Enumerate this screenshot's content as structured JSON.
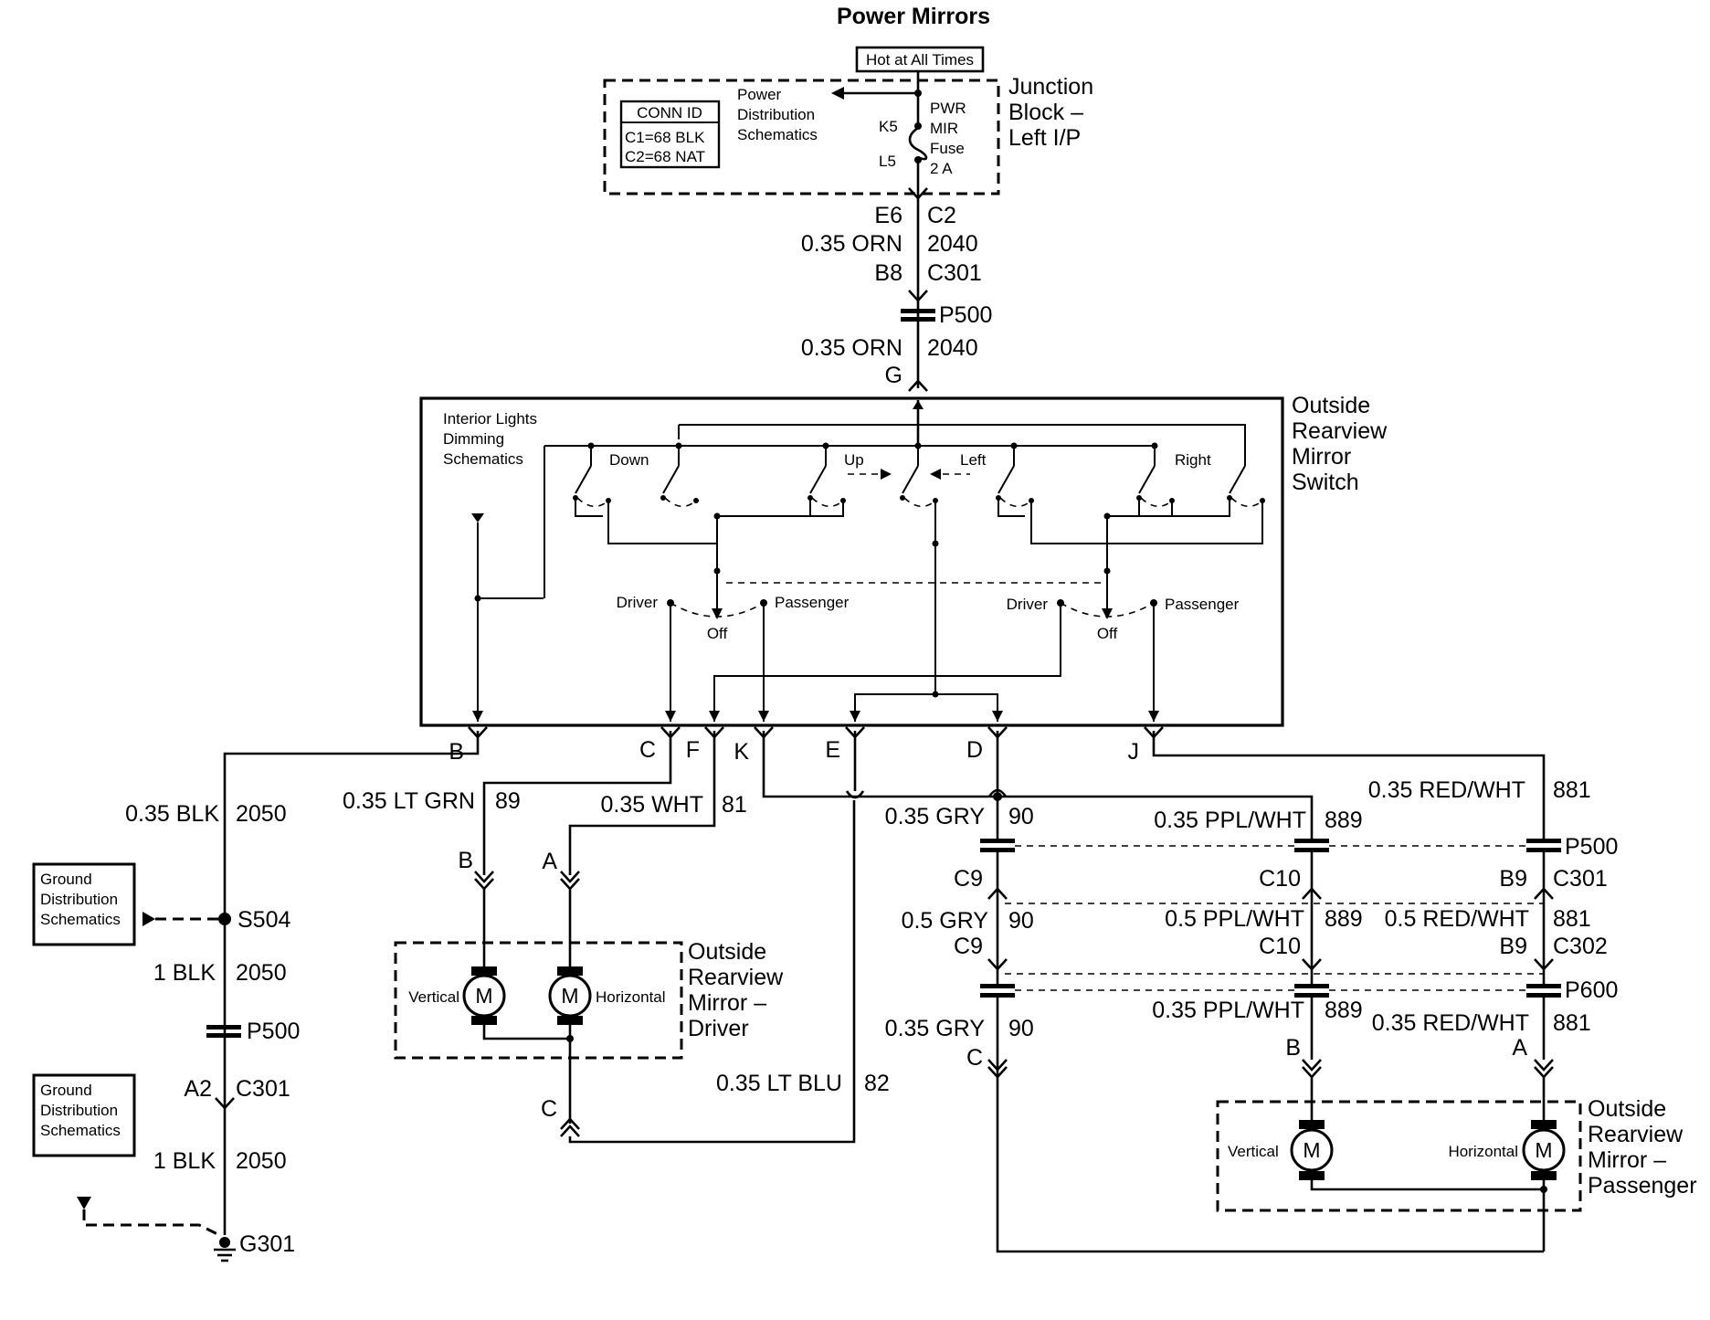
{
  "title": "Power Mirrors",
  "hot_label": "Hot at All Times",
  "junction_block": {
    "name_lines": [
      "Junction",
      "Block –",
      "Left I/P"
    ],
    "conn_id_title": "CONN ID",
    "conn_c1": "C1=68 BLK",
    "conn_c2": "C2=68 NAT",
    "pds_lines": [
      "Power",
      "Distribution",
      "Schematics"
    ],
    "fuse_lines": [
      "PWR",
      "MIR",
      "Fuse",
      "2 A"
    ],
    "k5": "K5",
    "l5": "L5"
  },
  "feed": {
    "e6": "E6",
    "c2": "C2",
    "wire1": "0.35 ORN",
    "circ1": "2040",
    "b8": "B8",
    "c301": "C301",
    "p500": "P500",
    "wire2": "0.35 ORN",
    "circ2": "2040",
    "g": "G"
  },
  "switch": {
    "name_lines": [
      "Outside",
      "Rearview",
      "Mirror",
      "Switch"
    ],
    "ild_lines": [
      "Interior Lights",
      "Dimming",
      "Schematics"
    ],
    "down": "Down",
    "up": "Up",
    "left": "Left",
    "right": "Right",
    "driver": "Driver",
    "passenger": "Passenger",
    "off": "Off",
    "pins": [
      "B",
      "C",
      "F",
      "K",
      "E",
      "D",
      "J"
    ]
  },
  "ground_side": {
    "wire1": "0.35 BLK",
    "circ1": "2050",
    "gds_lines": [
      "Ground",
      "Distribution",
      "Schematics"
    ],
    "s504": "S504",
    "wire2": "1 BLK",
    "circ2": "2050",
    "p500": "P500",
    "a2": "A2",
    "c301": "C301",
    "wire3": "1 BLK",
    "circ3": "2050",
    "g301": "G301"
  },
  "driver_mirror": {
    "name_lines": [
      "Outside",
      "Rearview",
      "Mirror –",
      "Driver"
    ],
    "w89": "0.35 LT GRN",
    "c89": "89",
    "w81": "0.35 WHT",
    "c81": "81",
    "pin_b": "B",
    "pin_a": "A",
    "pin_c": "C",
    "vertical": "Vertical",
    "horizontal": "Horizontal",
    "motor": "M",
    "w82": "0.35 LT BLU",
    "c82": "82"
  },
  "passenger_mirror": {
    "name_lines": [
      "Outside",
      "Rearview",
      "Mirror –",
      "Passenger"
    ],
    "w881": "0.35 RED/WHT",
    "c881": "881",
    "w90": "0.35 GRY",
    "c90": "90",
    "w889": "0.35 PPL/WHT",
    "c889": "889",
    "p500": "P500",
    "c9": "C9",
    "c10": "C10",
    "b9": "B9",
    "c301": "C301",
    "w90b": "0.5 GRY",
    "c90b": "90",
    "w889b": "0.5 PPL/WHT",
    "c889b": "889",
    "w881b": "0.5 RED/WHT",
    "c881b": "881",
    "c9b": "C9",
    "c10b": "C10",
    "b9b": "B9",
    "c302": "C302",
    "p600": "P600",
    "w90c": "0.35 GRY",
    "c90c": "90",
    "w889c": "0.35 PPL/WHT",
    "c889c": "889",
    "w881c": "0.35 RED/WHT",
    "c881c": "881",
    "pin_c": "C",
    "pin_b": "B",
    "pin_a": "A",
    "vertical": "Vertical",
    "horizontal": "Horizontal",
    "motor": "M"
  }
}
